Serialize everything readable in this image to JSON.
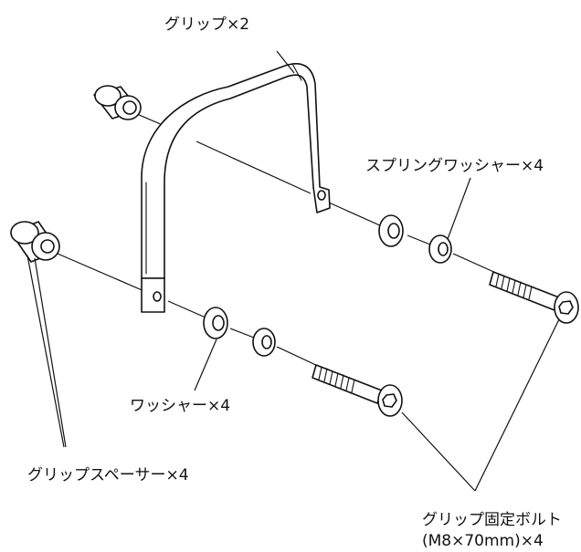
{
  "labels": {
    "grip": "グリップ×2",
    "spring_washer": "スプリングワッシャー×4",
    "washer": "ワッシャー×4",
    "grip_spacer": "グリップスペーサー×4",
    "grip_bolt_line1": "グリップ固定ボルト",
    "grip_bolt_line2": "(M8×70mm)×4"
  }
}
